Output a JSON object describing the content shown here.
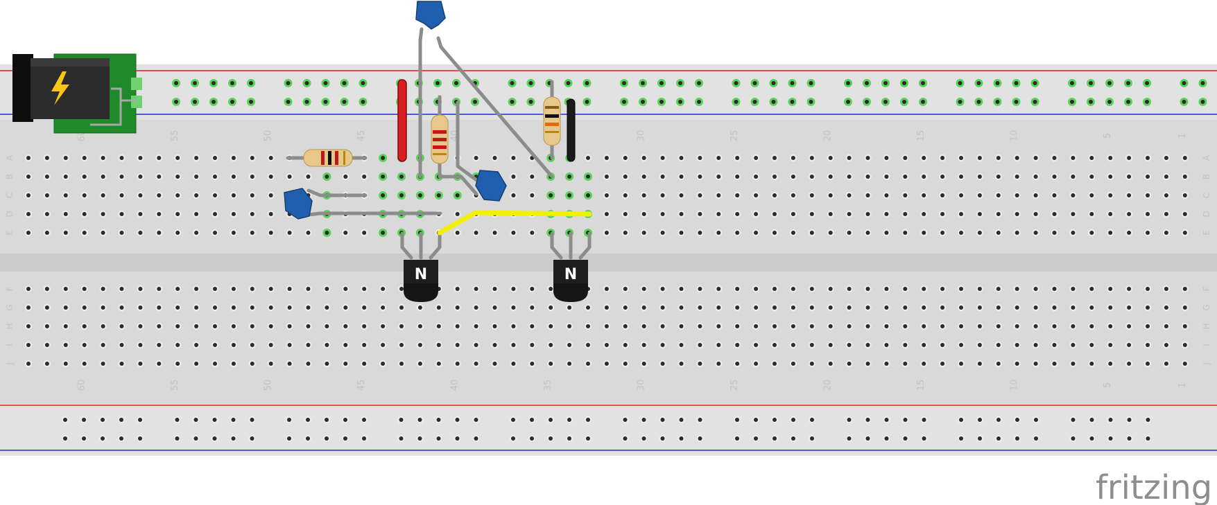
{
  "app": {
    "watermark": "fritzing"
  },
  "breadboard": {
    "columns": 63,
    "top_rows": [
      "A",
      "B",
      "C",
      "D",
      "E"
    ],
    "bottom_rows": [
      "F",
      "G",
      "H",
      "I",
      "J"
    ],
    "column_labels": [
      "60",
      "55",
      "50",
      "45",
      "40",
      "35",
      "30",
      "25",
      "20",
      "15",
      "10",
      "5",
      "1"
    ],
    "rail_groups": 10,
    "colors": {
      "board": "#d9d9d9",
      "rail_red": "#e02020",
      "rail_blue": "#1f2fd8",
      "hole": "#2b2b2b",
      "hole_active": "#5bd35b"
    }
  },
  "components": {
    "power_jack": {
      "icon": "lightning-bolt-icon"
    },
    "transistors": [
      {
        "label": "N",
        "icon": "npn-transistor-icon"
      },
      {
        "label": "N",
        "icon": "npn-transistor-icon"
      }
    ],
    "resistors": [
      "horizontal-left",
      "vertical-center",
      "vertical-right"
    ],
    "capacitors": [
      "top",
      "left",
      "center"
    ],
    "wire_colors": {
      "red": "#d81e1e",
      "black": "#1a1a1a",
      "yellow": "#f2f200",
      "leg": "#8c8c8c"
    }
  }
}
